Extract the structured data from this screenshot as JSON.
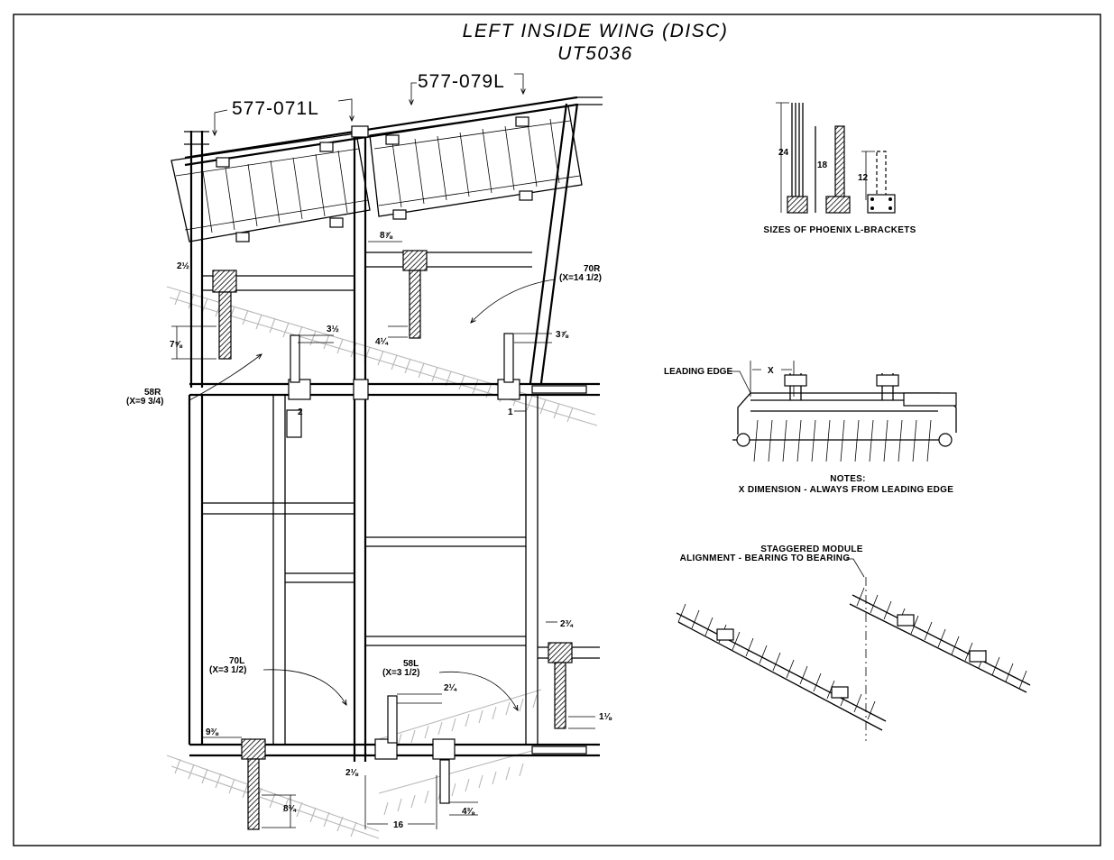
{
  "drawing": {
    "title": "LEFT INSIDE WING (DISC)",
    "model": "UT5036"
  },
  "part_numbers": [
    {
      "label": "577-071L"
    },
    {
      "label": "577-079L"
    }
  ],
  "module_callouts": [
    {
      "code": "58R",
      "x_value": "(X=9 3/4)"
    },
    {
      "code": "70R",
      "x_value": "(X=14 1/2)"
    },
    {
      "code": "70L",
      "x_value": "(X=3 1/2)"
    },
    {
      "code": "58L",
      "x_value": "(X=3 1/2)"
    }
  ],
  "dimensions": {
    "d_2_1_2": "2½",
    "d_7_5_8": "7⅝",
    "d_3_1_2": "3½",
    "d_8_7_8": "8⅞",
    "d_4_1_4": "4¼",
    "d_3_7_8": "3⅞",
    "d_2_top": "2",
    "d_1": "1",
    "d_2_3_4": "2¾",
    "d_2_1_4": "2¼",
    "d_1_1_8": "1⅛",
    "d_9_3_8": "9⅜",
    "d_2_1_8": "2⅛",
    "d_8_3_4": "8¾",
    "d_4_3_8": "4⅜",
    "d_16": "16"
  },
  "brackets_detail": {
    "caption": "SIZES OF PHOENIX L-BRACKETS",
    "sizes": [
      "24",
      "18",
      "12"
    ]
  },
  "leading_edge_detail": {
    "leading_edge_label": "LEADING EDGE",
    "x_label": "X",
    "notes_heading": "NOTES:",
    "note_text": "X DIMENSION - ALWAYS FROM LEADING EDGE"
  },
  "staggered_detail": {
    "line1": "STAGGERED MODULE",
    "line2": "ALIGNMENT - BEARING TO BEARING"
  }
}
